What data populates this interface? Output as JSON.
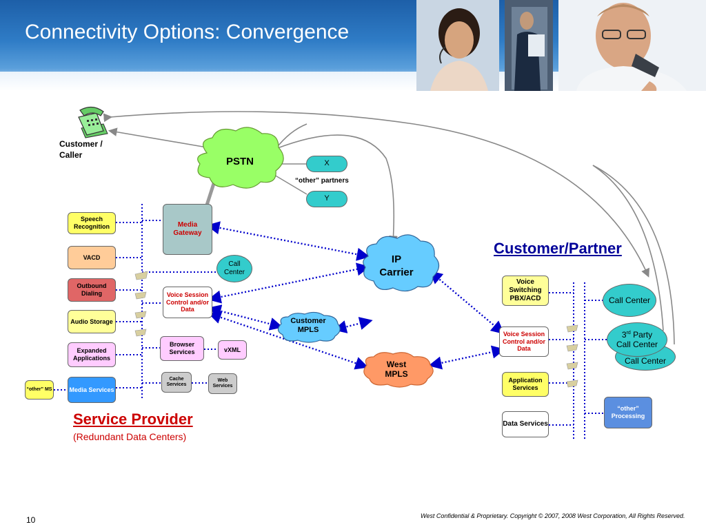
{
  "slide": {
    "title": "Connectivity Options:  Convergence",
    "page_number": "10",
    "footer": "West Confidential & Proprietary.  Copyright © 2007, 2008 West Corporation, All Rights Reserved."
  },
  "caller": {
    "label": "Customer / Caller"
  },
  "pstn": {
    "label": "PSTN"
  },
  "partners": {
    "x": "X",
    "y": "Y",
    "label": "“other” partners"
  },
  "ip_carrier": {
    "label_1": "IP",
    "label_2": "Carrier"
  },
  "customer_mpls": {
    "label_1": "Customer",
    "label_2": "MPLS"
  },
  "west_mpls": {
    "label_1": "West",
    "label_2": "MPLS"
  },
  "service_provider": {
    "title": "Service Provider",
    "subtitle": "(Redundant Data Centers)",
    "media_gateway": "Media Gateway",
    "call_center": "Call Center",
    "voice_session": "Voice Session Control and/or Data",
    "browser_services": "Browser Services",
    "vxml": "vXML",
    "cache_services": "Cache Services",
    "web_services": "Web Services",
    "other_ms": "“other” MS",
    "services": [
      {
        "label": "Speech Recognition",
        "color": "#ffff66"
      },
      {
        "label": "VACD",
        "color": "#ffcc99"
      },
      {
        "label": "Outbound Dialing",
        "color": "#e06666"
      },
      {
        "label": "Audio Storage",
        "color": "#ffff99"
      },
      {
        "label": "Expanded Applications",
        "color": "#ffccff"
      },
      {
        "label": "Media Services",
        "color": "#3399ff"
      }
    ]
  },
  "customer_partner": {
    "title": "Customer/Partner",
    "voice_switching": "Voice Switching PBX/ACD",
    "voice_session": "Voice Session Control and/or Data",
    "application_services": "Application Services",
    "data_services": "Data Services",
    "call_center": "Call Center",
    "third_party_1": "3",
    "third_party_sup": "rd",
    "third_party_2": " Party",
    "third_party_3": "Call Center",
    "call_center_behind": "Call Center",
    "other_processing": "“other” Processing"
  },
  "colors": {
    "title_red": "#cc0000",
    "heading_blue": "#000099",
    "cloud_green": "#99ff66",
    "cloud_blue": "#66ccff",
    "cloud_orange": "#ff9966",
    "teal": "#33cccc",
    "dotted_blue": "#0000cc"
  }
}
